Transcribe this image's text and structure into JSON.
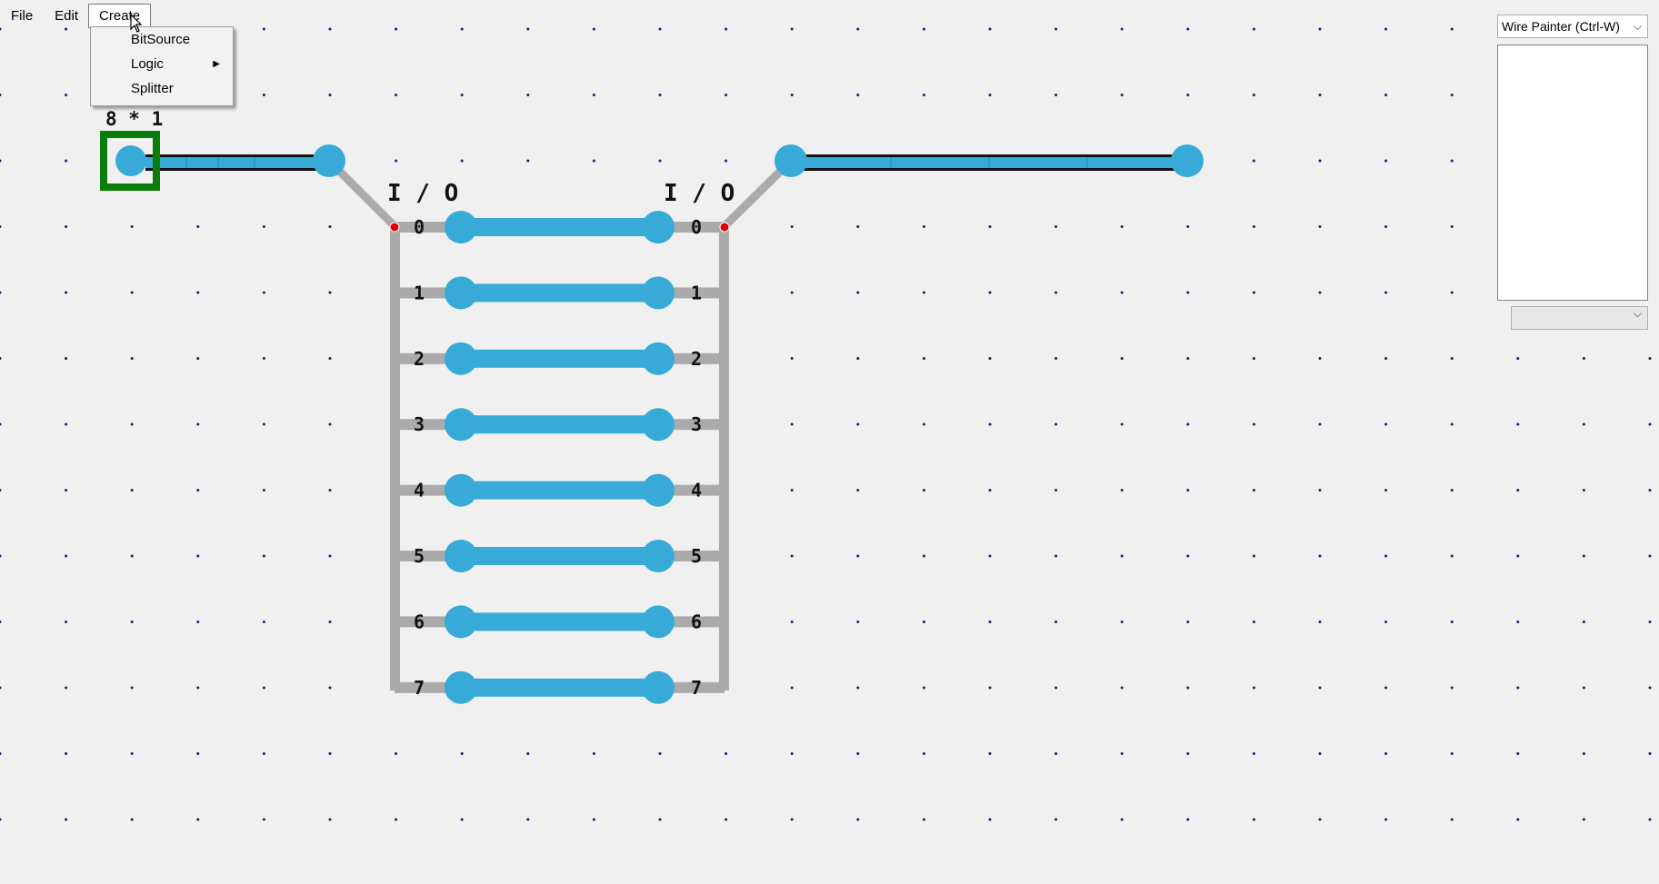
{
  "menubar": {
    "file": "File",
    "edit": "Edit",
    "create": "Create"
  },
  "create_menu": {
    "items": [
      "BitSource",
      "Logic",
      "Splitter"
    ]
  },
  "tool_panel": {
    "tool_select": "Wire Painter (Ctrl-W)",
    "option_select": ""
  },
  "circuit": {
    "bitsource_label": "8 * 1",
    "splitter_left_label": "I / O",
    "splitter_right_label": "I / O",
    "pin_labels": [
      "0",
      "1",
      "2",
      "3",
      "4",
      "5",
      "6",
      "7"
    ]
  },
  "colors": {
    "wire_blue": "#38aad8",
    "bus_gray": "#aaaaaa",
    "source_green": "#0a7d0a",
    "grid_dot": "#1a1a6e",
    "joint_red": "#e00000"
  },
  "icons": {
    "submenu_arrow": "triangle-right-icon",
    "dropdown_chevron": "chevron-down-icon",
    "cursor": "arrow-cursor-icon"
  }
}
